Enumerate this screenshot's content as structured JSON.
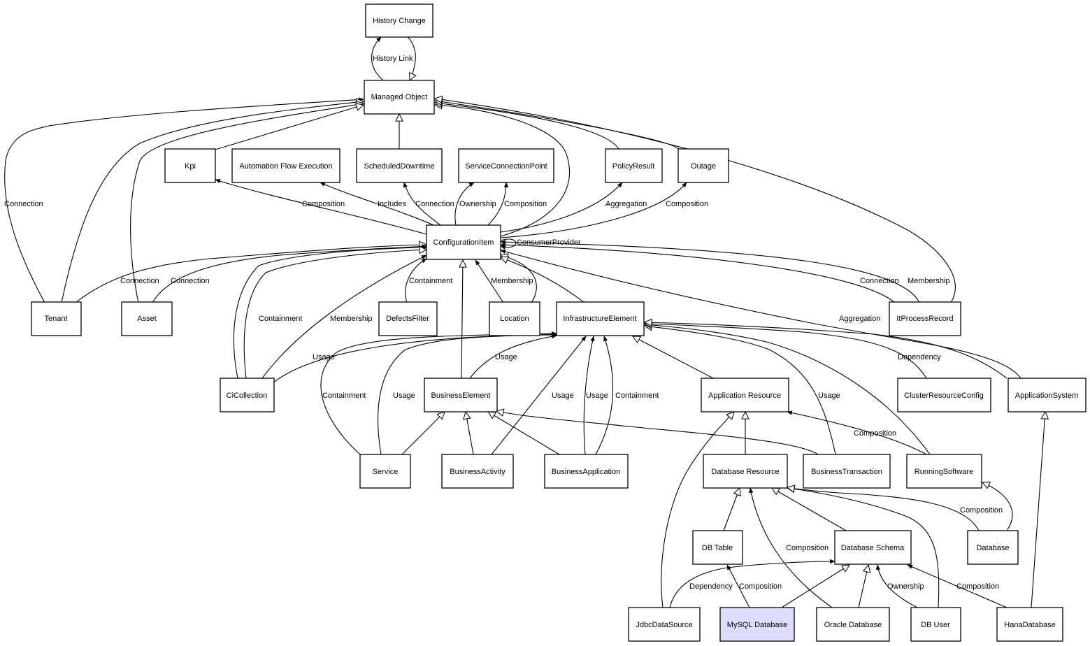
{
  "nodes": [
    {
      "id": "history_change",
      "label": "History Change"
    },
    {
      "id": "managed_object",
      "label": "Managed Object"
    },
    {
      "id": "kpi",
      "label": "Kpi"
    },
    {
      "id": "automation_flow_execution",
      "label": "Automation Flow Execution"
    },
    {
      "id": "scheduled_downtime",
      "label": "ScheduledDowntime"
    },
    {
      "id": "service_connection_point",
      "label": "ServiceConnectionPoint"
    },
    {
      "id": "policy_result",
      "label": "PolicyResult"
    },
    {
      "id": "outage",
      "label": "Outage"
    },
    {
      "id": "configuration_item",
      "label": "ConfigurationItem"
    },
    {
      "id": "tenant",
      "label": "Tenant"
    },
    {
      "id": "asset",
      "label": "Asset"
    },
    {
      "id": "defects_filter",
      "label": "DefectsFilter"
    },
    {
      "id": "location",
      "label": "Location"
    },
    {
      "id": "infrastructure_element",
      "label": "InfrastructureElement"
    },
    {
      "id": "it_process_record",
      "label": "ItProcessRecord"
    },
    {
      "id": "ci_collection",
      "label": "CiCollection"
    },
    {
      "id": "business_element",
      "label": "BusinessElement"
    },
    {
      "id": "application_resource",
      "label": "Application Resource"
    },
    {
      "id": "cluster_resource_config",
      "label": "ClusterResourceConfig"
    },
    {
      "id": "application_system",
      "label": "ApplicationSystem"
    },
    {
      "id": "service",
      "label": "Service"
    },
    {
      "id": "business_activity",
      "label": "BusinessActivity"
    },
    {
      "id": "business_application",
      "label": "BusinessApplication"
    },
    {
      "id": "database_resource",
      "label": "Database Resource"
    },
    {
      "id": "business_transaction",
      "label": "BusinessTransaction"
    },
    {
      "id": "running_software",
      "label": "RunningSoftware"
    },
    {
      "id": "db_table",
      "label": "DB Table"
    },
    {
      "id": "database_schema",
      "label": "Database Schema"
    },
    {
      "id": "database",
      "label": "Database"
    },
    {
      "id": "jdbc_data_source",
      "label": "JdbcDataSource"
    },
    {
      "id": "mysql_database",
      "label": "MySQL Database",
      "highlight": true
    },
    {
      "id": "oracle_database",
      "label": "Oracle Database"
    },
    {
      "id": "db_user",
      "label": "DB User"
    },
    {
      "id": "hana_database",
      "label": "HanaDatabase"
    }
  ],
  "edge_labels": [
    "History Link",
    "Connection",
    "Composition",
    "Includes",
    "Connection",
    "Ownership",
    "Composition",
    "Aggregation",
    "Composition",
    "ConsumerProvider",
    "Connection",
    "Connection",
    "Containment",
    "Membership",
    "Connection",
    "Membership",
    "Containment",
    "Membership",
    "Aggregation",
    "Usage",
    "Usage",
    "Dependency",
    "Containment",
    "Usage",
    "Usage",
    "Usage",
    "Containment",
    "Usage",
    "Composition",
    "Composition",
    "Composition",
    "Dependency",
    "Composition",
    "Ownership",
    "Composition"
  ],
  "colors": {
    "highlight_fill": "#dcdcff",
    "stroke": "#000000",
    "background": "#ffffff"
  }
}
